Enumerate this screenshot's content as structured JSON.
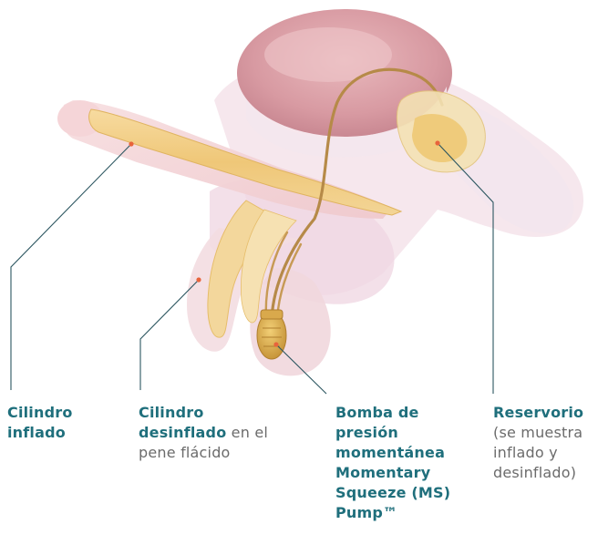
{
  "labels": {
    "inflated_cylinder": {
      "line1": "Cilindro",
      "line2": "inflado"
    },
    "deflated_cylinder": {
      "line1": "Cilindro",
      "line2_bold": "desinflado",
      "line2_rest": " en el",
      "line3": "pene flácido"
    },
    "pump": {
      "lines": [
        "Bomba de",
        "presión",
        "momentánea",
        "Momentary",
        "Squeeze (MS)",
        "Pump™"
      ]
    },
    "reservoir": {
      "line1_bold": "Reservorio",
      "line2": "(se muestra",
      "line3": "inflado y",
      "line4": "desinflado)"
    }
  },
  "colors": {
    "label_accent": "#1f6f7c",
    "label_text": "#6b6b6b",
    "leader_line": "#2c5660",
    "marker_dot": "#e8643c"
  }
}
